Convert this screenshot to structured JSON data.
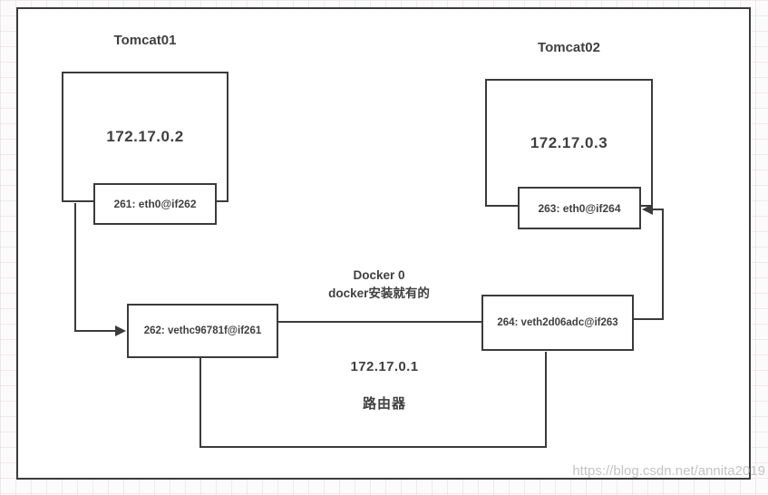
{
  "diagram": {
    "tomcat01": {
      "title": "Tomcat01",
      "ip": "172.17.0.2",
      "eth_label": "261: eth0@if262"
    },
    "tomcat02": {
      "title": "Tomcat02",
      "ip": "172.17.0.3",
      "eth_label": "263: eth0@if264"
    },
    "bridge": {
      "veth_left_label": "262: vethc96781f@if261",
      "veth_right_label": "264: veth2d06adc@if263",
      "docker_title": "Docker 0",
      "docker_note": "docker安装就有的",
      "router_ip": "172.17.0.1",
      "router_label": "路由器"
    },
    "watermark": "https://blog.csdn.net/annita2019"
  },
  "colors": {
    "line": "#3b3b3b",
    "text": "#3f3f3f",
    "canvas_bg": "#ffffff",
    "watermark": "#b9b9b9"
  }
}
